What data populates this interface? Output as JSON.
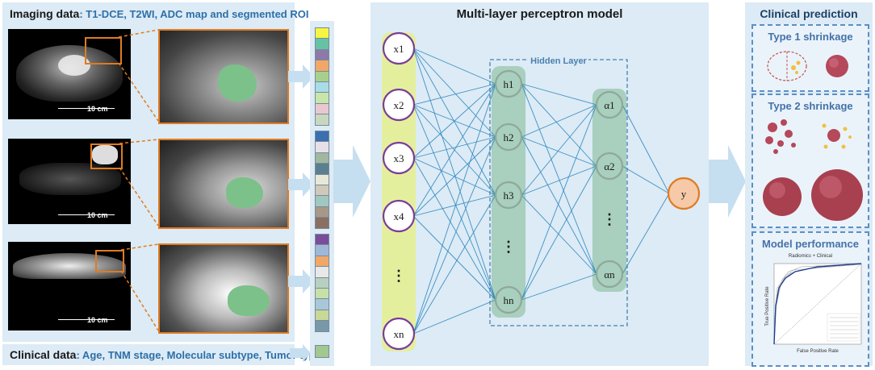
{
  "imaging": {
    "title_bold": "Imaging data",
    "title_rest": ": T1-DCE, T2WI, ADC map and segmented ROI",
    "scale_labels": [
      "10 cm",
      "10 cm",
      "10 cm"
    ]
  },
  "clinical": {
    "title_bold": "Clinical data",
    "title_rest": ": Age, TNM stage, Molecular subtype, Tumor type"
  },
  "mlp": {
    "title": "Multi-layer perceptron model",
    "hidden_label": "Hidden Layer",
    "inputs": [
      "x1",
      "x2",
      "x3",
      "x4",
      "⋮",
      "xn"
    ],
    "hidden1": [
      "h1",
      "h2",
      "h3",
      "⋮",
      "hn"
    ],
    "hidden2": [
      "α1",
      "α2",
      "⋮",
      "αn"
    ],
    "output": "y"
  },
  "prediction": {
    "title": "Clinical prediction",
    "type1": "Type 1 shrinkage",
    "type2": "Type 2 shrinkage",
    "performance": "Model performance",
    "roc": {
      "title": "Radiomics + Clinical",
      "xlabel": "False Positive Rate",
      "ylabel": "True Positive Rate"
    }
  },
  "colors": {
    "panel": "#dcebf5",
    "accent_orange": "#e07b20",
    "node_border": "#7b3d99",
    "edge": "#2e86c1",
    "title": "#1f3f66",
    "cp_title": "#4472a8"
  },
  "vectors": [
    [
      "#f5f542",
      "#66c2a5",
      "#8c7aa8",
      "#f0a868",
      "#a8d08d",
      "#a8dde8",
      "#c8e6a8",
      "#e8c8d0",
      "#c8d8c0"
    ],
    [
      "#3a6fb0",
      "#e8e0e8",
      "#a0b8a0",
      "#5a8090",
      "#e8e8d8",
      "#d0c8b8",
      "#a0c8c0",
      "#a89888",
      "#8a7060"
    ],
    [
      "#7a4d9a",
      "#a0b8d8",
      "#f0a868",
      "#e8e8e8",
      "#b8d0c0",
      "#c8e0a8",
      "#a8c8d8",
      "#c8d898",
      "#7898a8"
    ],
    [
      "#a0c890"
    ]
  ]
}
